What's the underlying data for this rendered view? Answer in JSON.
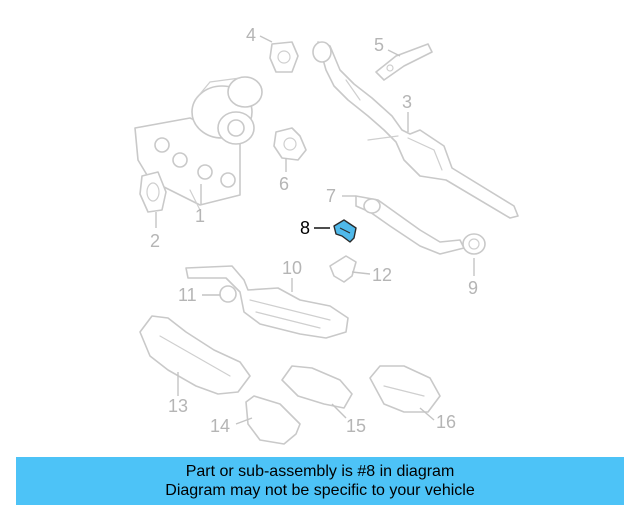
{
  "colors": {
    "banner_background": "#4dc3f7",
    "highlight_part": "#4fb9ea",
    "part_outline": "#c9c9c9",
    "callout_text": "#b5b5b5",
    "highlight_text": "#000000"
  },
  "diagram": {
    "selected_part": "8",
    "callouts": [
      "1",
      "2",
      "3",
      "4",
      "5",
      "6",
      "7",
      "8",
      "9",
      "10",
      "11",
      "12",
      "13",
      "14",
      "15",
      "16"
    ]
  },
  "banner": {
    "line1": "Part or sub-assembly is #8 in diagram",
    "line2": "Diagram may not be specific to your vehicle"
  }
}
